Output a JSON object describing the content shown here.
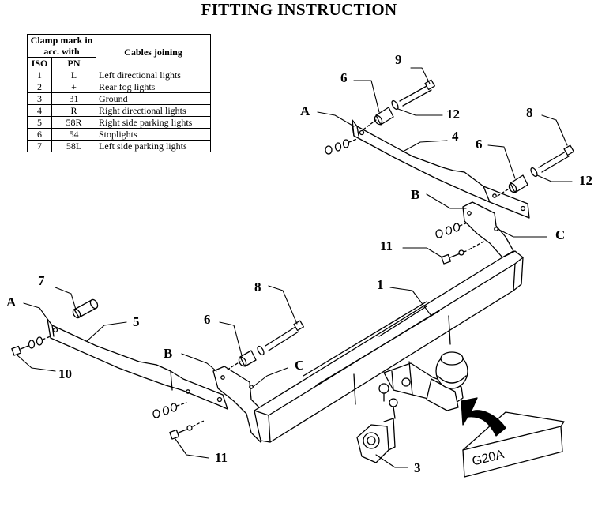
{
  "title": "FITTING INSTRUCTION",
  "table": {
    "header_clamp": "Clamp mark in acc. with",
    "header_iso": "ISO",
    "header_pn": "PN",
    "header_cables": "Cables joining",
    "rows": [
      {
        "iso": "1",
        "pn": "L",
        "desc": "Left directional lights"
      },
      {
        "iso": "2",
        "pn": "+",
        "desc": "Rear fog lights"
      },
      {
        "iso": "3",
        "pn": "31",
        "desc": "Ground"
      },
      {
        "iso": "4",
        "pn": "R",
        "desc": "Right directional lights"
      },
      {
        "iso": "5",
        "pn": "58R",
        "desc": "Right side parking lights"
      },
      {
        "iso": "6",
        "pn": "54",
        "desc": "Stoplights"
      },
      {
        "iso": "7",
        "pn": "58L",
        "desc": "Left side parking lights"
      }
    ]
  },
  "callouts": {
    "n1": "1",
    "n3": "3",
    "n4": "4",
    "n5": "5",
    "n6a": "6",
    "n6b": "6",
    "n6c": "6",
    "n7": "7",
    "n8a": "8",
    "n8b": "8",
    "n9": "9",
    "n10": "10",
    "n11a": "11",
    "n11b": "11",
    "n12a": "12",
    "n12b": "12",
    "A1": "A",
    "A2": "A",
    "B1": "B",
    "B2": "B",
    "C1": "C",
    "C2": "C"
  },
  "model_label": "G20A"
}
